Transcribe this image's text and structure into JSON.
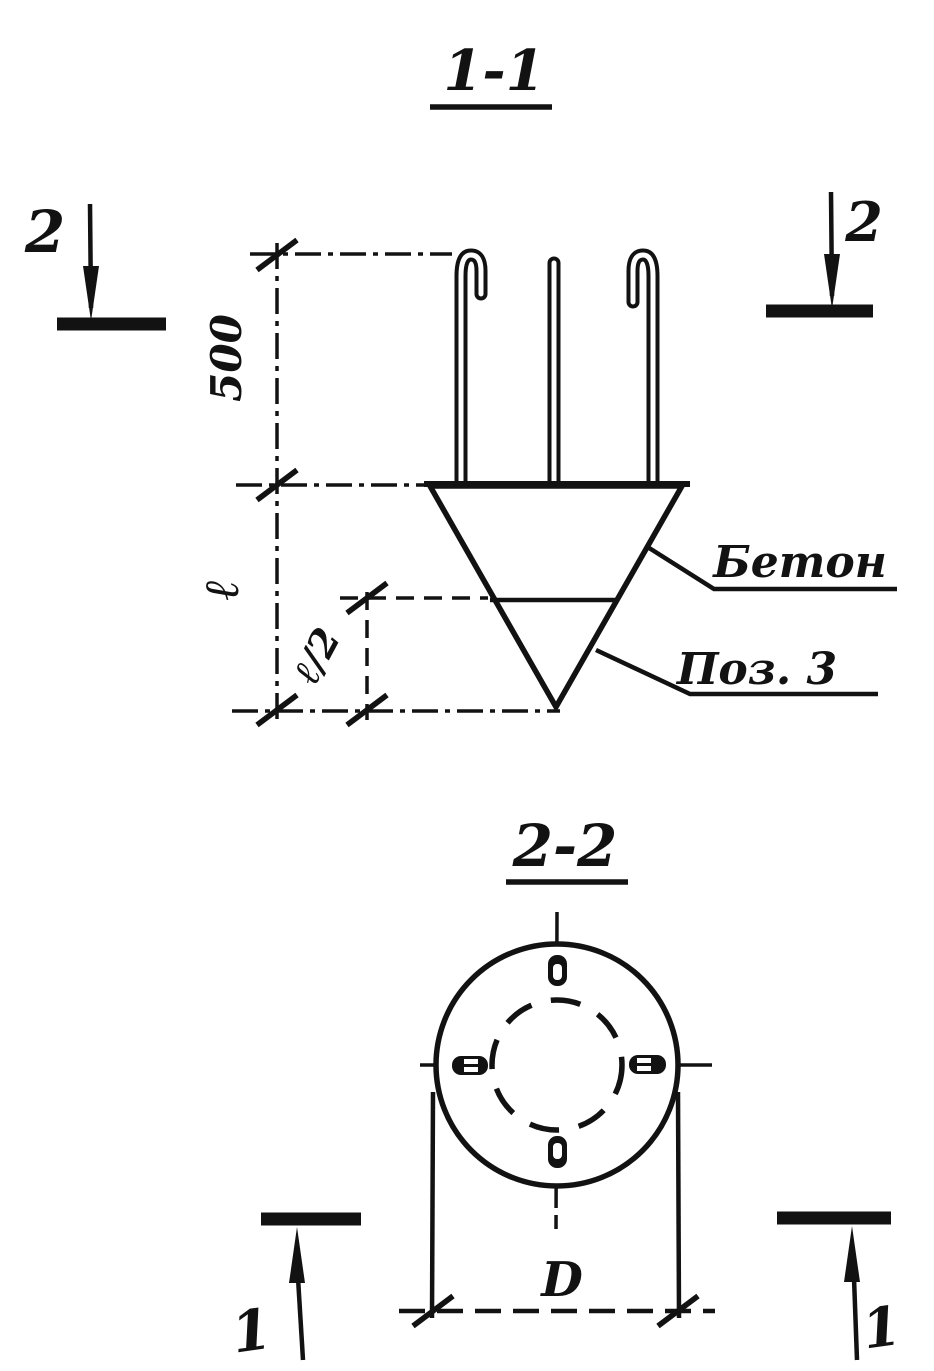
{
  "colors": {
    "ink": "#121212",
    "paper": "#ffffff"
  },
  "section_1": {
    "title": "1-1",
    "cut_marker_left": "2",
    "cut_marker_right": "2",
    "dimensions": {
      "embed_height": "500",
      "cone_length": "ℓ",
      "half_length": "ℓ/2"
    },
    "callouts": {
      "concrete": "Бетон",
      "position_3": "Поз. 3"
    }
  },
  "section_2": {
    "title": "2-2",
    "dimensions": {
      "diameter": "D"
    },
    "cut_marker_left": "1",
    "cut_marker_right": "1"
  }
}
